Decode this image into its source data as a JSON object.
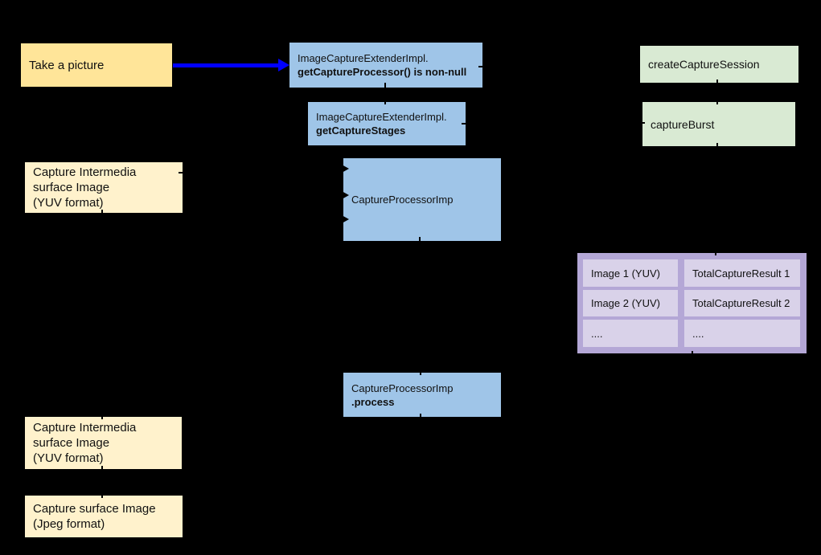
{
  "background_color": "#000000",
  "palette": {
    "yellow_dark": "#ffe599",
    "yellow_light": "#fff2cc",
    "blue_box": "#9fc5e8",
    "green_box": "#d9ead3",
    "purple_outer": "#b4a7d6",
    "purple_cell": "#d9d2e9",
    "arrow_blue": "#0000ff",
    "text": "#111111"
  },
  "nodes": {
    "take_picture": {
      "label": "Take a picture"
    },
    "get_capture_processor": {
      "line1": "ImageCaptureExtenderImpl.",
      "line2": "getCaptureProcessor() is non-null"
    },
    "get_capture_stages": {
      "line1": "ImageCaptureExtenderImpl.",
      "line2": "getCaptureStages"
    },
    "create_capture_session": {
      "label": "createCaptureSession"
    },
    "capture_burst": {
      "label": "captureBurst"
    },
    "capture_intermedia_top": {
      "line1": "Capture Intermedia",
      "line2": "surface Image",
      "line3": "(YUV format)"
    },
    "capture_processor": {
      "label": "CaptureProcessorImp"
    },
    "capture_processor_process": {
      "line1": "CaptureProcessorImp",
      "line2": ".process"
    },
    "capture_intermedia_bottom": {
      "line1": "Capture Intermedia",
      "line2": "surface Image",
      "line3": "(YUV format)"
    },
    "capture_surface_jpeg": {
      "line1": "Capture surface Image",
      "line2": "(Jpeg format)"
    }
  },
  "memory_table": {
    "rows": [
      [
        "Image 1 (YUV)",
        "TotalCaptureResult 1"
      ],
      [
        "Image 2 (YUV)",
        "TotalCaptureResult 2"
      ],
      [
        "....",
        "...."
      ]
    ]
  }
}
